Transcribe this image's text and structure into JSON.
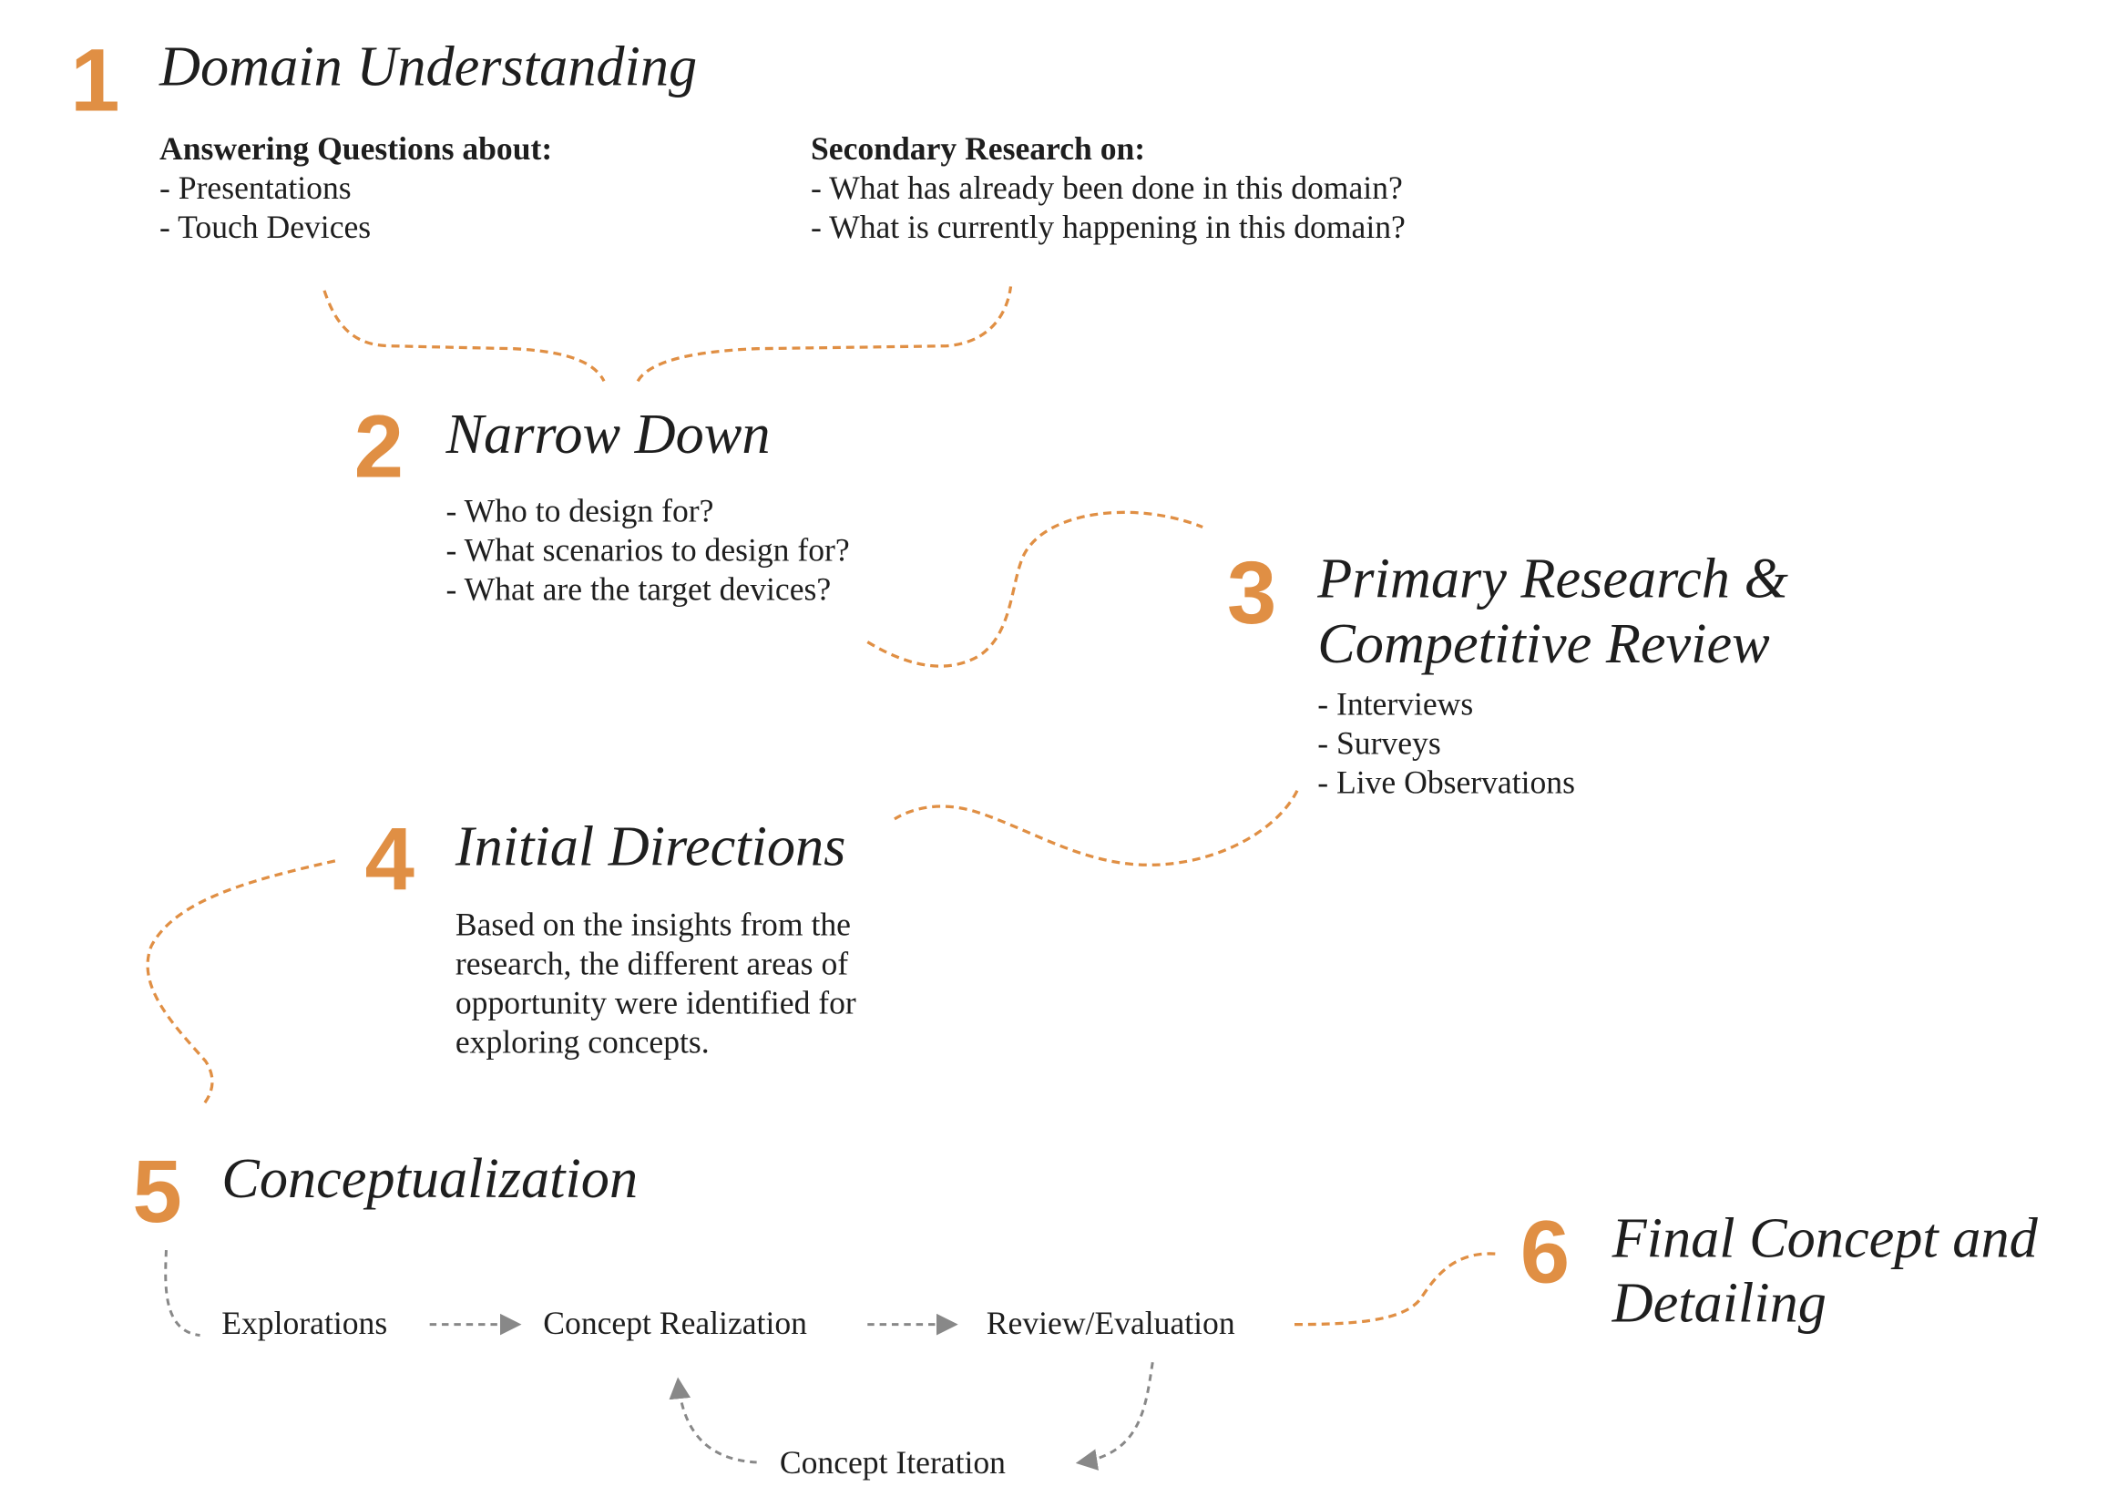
{
  "accent_color": "#E08F44",
  "connector_color": "#888888",
  "steps": [
    {
      "number": "1",
      "title": "Domain Understanding",
      "columns": [
        {
          "heading": "Answering Questions about:",
          "items": [
            "- Presentations",
            "- Touch Devices"
          ]
        },
        {
          "heading": "Secondary Research on:",
          "items": [
            "- What has already been done in this domain?",
            "- What is currently happening in this domain?"
          ]
        }
      ]
    },
    {
      "number": "2",
      "title": "Narrow Down",
      "items": [
        "- Who to design for?",
        "- What scenarios to design for?",
        "- What are the target devices?"
      ]
    },
    {
      "number": "3",
      "title_lines": [
        "Primary Research &",
        "Competitive Review"
      ],
      "items": [
        "- Interviews",
        "- Surveys",
        "- Live Observations"
      ]
    },
    {
      "number": "4",
      "title": "Initial Directions",
      "description_lines": [
        "Based on the insights from the",
        "research, the different areas of",
        "opportunity were identified for",
        "exploring concepts."
      ]
    },
    {
      "number": "5",
      "title": "Conceptualization",
      "flow": [
        "Explorations",
        "Concept Realization",
        "Review/Evaluation",
        "Concept Iteration"
      ]
    },
    {
      "number": "6",
      "title_lines": [
        "Final Concept and",
        "Detailing"
      ]
    }
  ]
}
